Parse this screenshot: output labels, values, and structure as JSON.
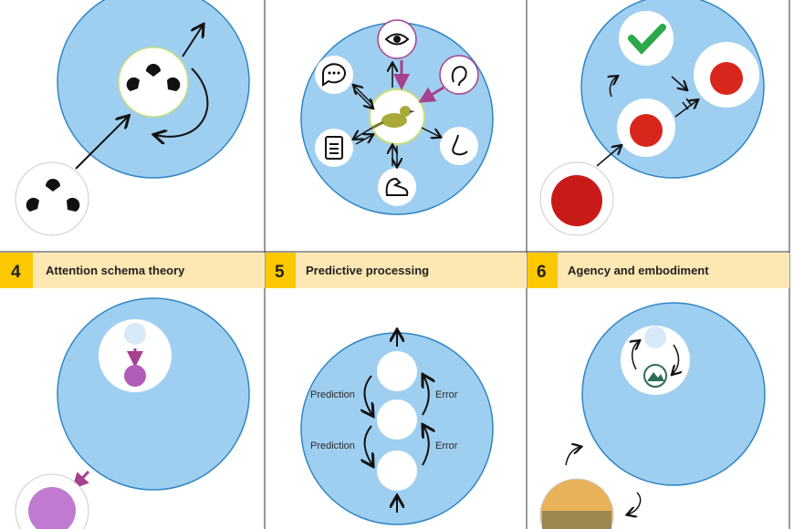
{
  "colors": {
    "header_bg": "#fde7b3",
    "number_bg": "#fcc800",
    "circle_fill": "#9fcff0",
    "circle_stroke": "#2f86c4",
    "arrow_magenta": "#a6418f"
  },
  "panels": [
    {
      "number": "4",
      "title": "Attention schema theory"
    },
    {
      "number": "5",
      "title": "Predictive processing"
    },
    {
      "number": "6",
      "title": "Agency and embodiment"
    }
  ],
  "predictive": {
    "left_labels": [
      "Prediction",
      "Prediction"
    ],
    "right_labels": [
      "Error",
      "Error"
    ]
  },
  "icons": [
    "kanizsa-triangle-icon",
    "eye-icon",
    "ear-icon",
    "nose-icon",
    "muscle-icon",
    "clipboard-icon",
    "speech-bubble-icon",
    "bird-icon",
    "checkmark-icon",
    "apple-icon",
    "rose-icon",
    "landscape-icon",
    "sunset-photo"
  ]
}
